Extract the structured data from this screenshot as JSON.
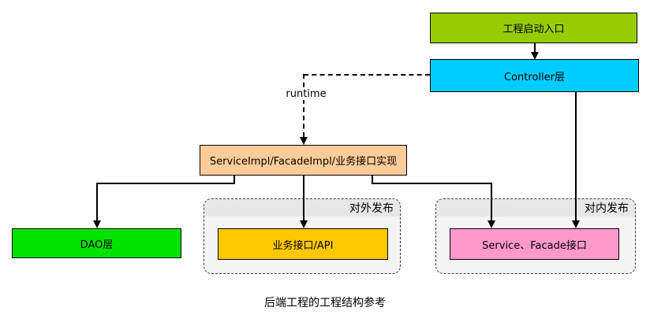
{
  "diagram": {
    "caption": "后端工程的工程结构参考",
    "nodes": {
      "entry": {
        "label": "工程启动入口",
        "color": "#99cc00"
      },
      "controller": {
        "label": "Controller层",
        "color": "#00ccff"
      },
      "service_impl": {
        "label": "ServiceImpl/FacadeImpl/业务接口实现",
        "color": "#ffcc99"
      },
      "dao": {
        "label": "DAO层",
        "color": "#00e400"
      },
      "api": {
        "label": "业务接口/API",
        "color": "#ffc800"
      },
      "service_facade": {
        "label": "Service、Facade接口",
        "color": "#ff99cc"
      }
    },
    "groups": {
      "external": {
        "label": "对外发布"
      },
      "internal": {
        "label": "对内发布"
      }
    },
    "edges": {
      "runtime_label": "runtime"
    }
  }
}
